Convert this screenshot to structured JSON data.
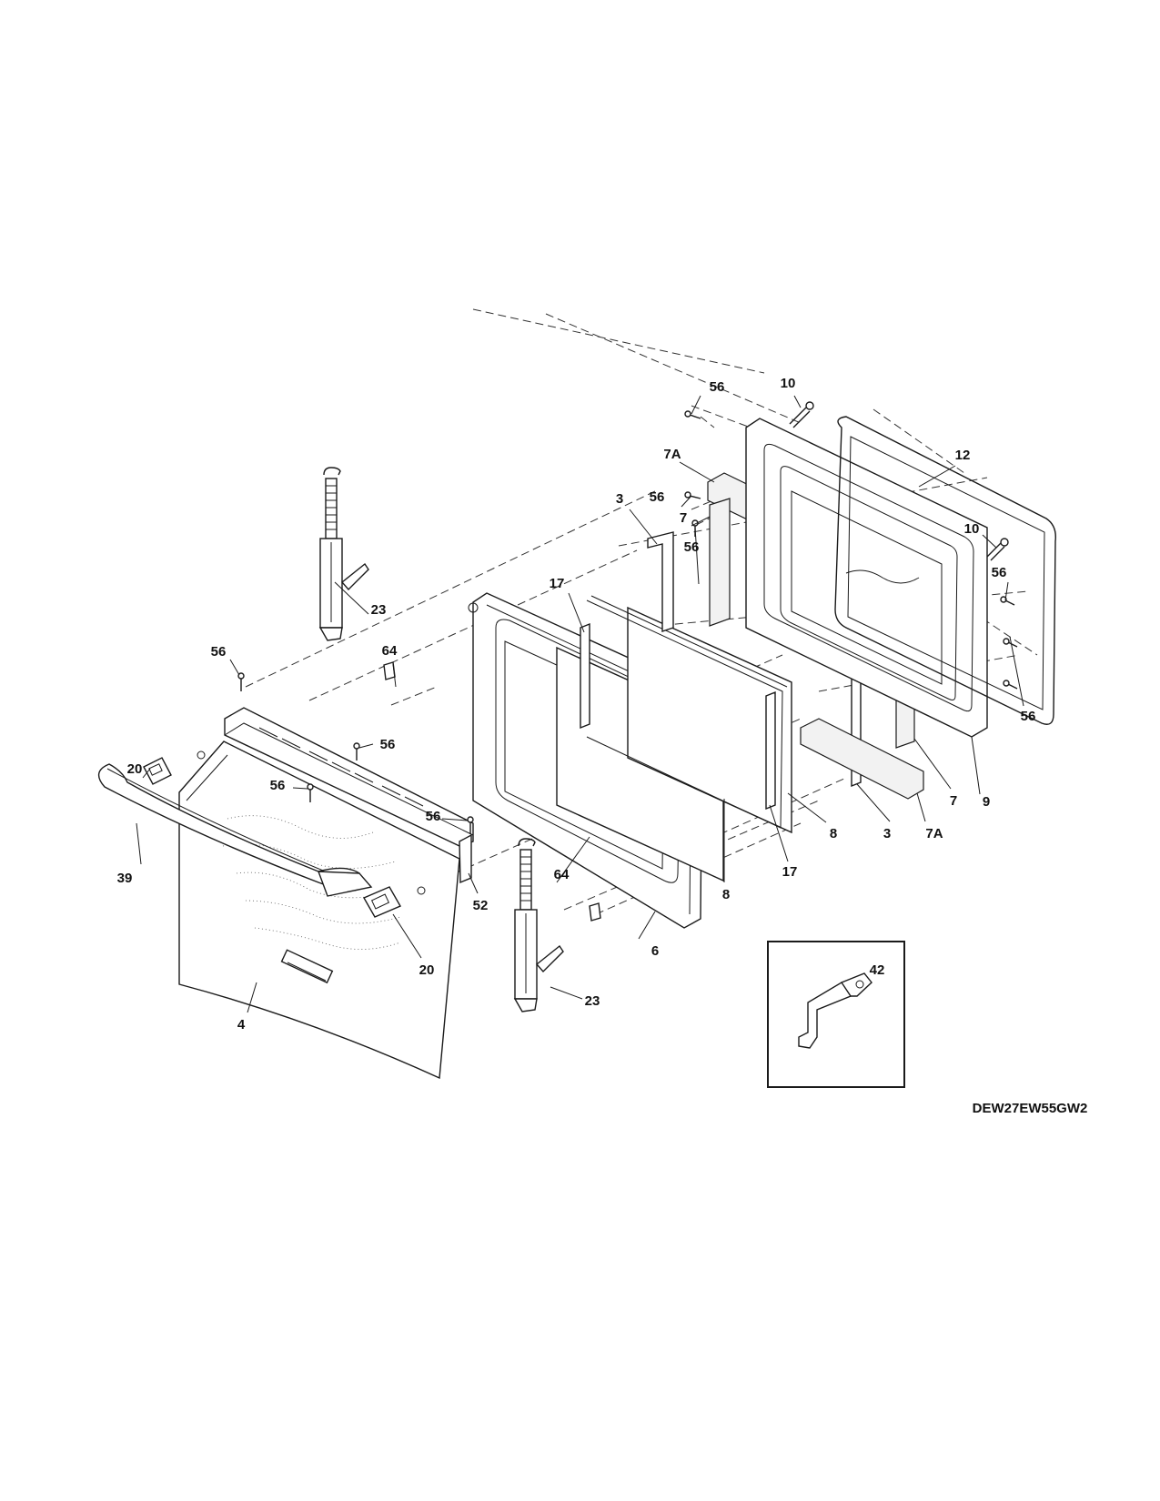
{
  "diagram": {
    "model_number": "DEW27EW55GW2",
    "parts": {
      "p56_top": "56",
      "p10_top": "10",
      "p7A_top": "7A",
      "p12": "12",
      "p56_b": "56",
      "p3_top": "3",
      "p7_top": "7",
      "p10_right": "10",
      "p56_c": "56",
      "p56_right": "56",
      "p17_top": "17",
      "p23_top": "23",
      "p56_left": "56",
      "p64_left": "64",
      "p20_left": "20",
      "p56_mid": "56",
      "p56_mid2": "56",
      "p56_d": "56",
      "p39": "39",
      "p52": "52",
      "p20_right": "20",
      "p64_mid": "64",
      "p6": "6",
      "p8_a": "8",
      "p8_b": "8",
      "p17_bottom": "17",
      "p3_bottom": "3",
      "p7_right": "7",
      "p9": "9",
      "p56_far": "56",
      "p7A_bottom": "7A",
      "p4": "4",
      "p23_bottom": "23",
      "p42": "42"
    }
  }
}
